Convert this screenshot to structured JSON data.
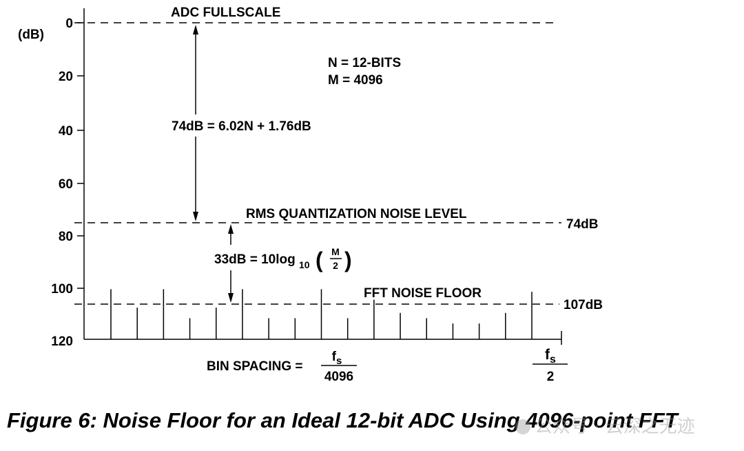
{
  "y_axis": {
    "unit": "(dB)",
    "ticks": [
      "0",
      "20",
      "40",
      "60",
      "80",
      "100",
      "120"
    ]
  },
  "labels": {
    "adc_fullscale": "ADC FULLSCALE",
    "n_bits": "N = 12-BITS",
    "m_value": "M = 4096",
    "snr_formula": "74dB = 6.02N + 1.76dB",
    "rms_noise": "RMS QUANTIZATION NOISE LEVEL",
    "rms_level": "74dB",
    "gain_lhs": "33dB = 10log",
    "gain_sub": "10",
    "gain_num": "M",
    "gain_den": "2",
    "fft_floor": "FFT NOISE FLOOR",
    "fft_level": "107dB",
    "bin_spacing": "BIN SPACING =",
    "bin_num": "f",
    "bin_num_sub": "s",
    "bin_den": "4096",
    "nyq_num": "f",
    "nyq_num_sub": "s",
    "nyq_den": "2"
  },
  "caption": "Figure 6: Noise Floor for an Ideal 12-bit ADC Using 4096-point FFT",
  "watermark": "公众号 · 云深之无迹",
  "spectrum": {
    "levels_db": [
      101,
      108,
      101,
      112,
      108,
      101,
      112,
      112,
      101,
      112,
      105,
      110,
      112,
      114,
      114,
      110,
      102
    ]
  }
}
